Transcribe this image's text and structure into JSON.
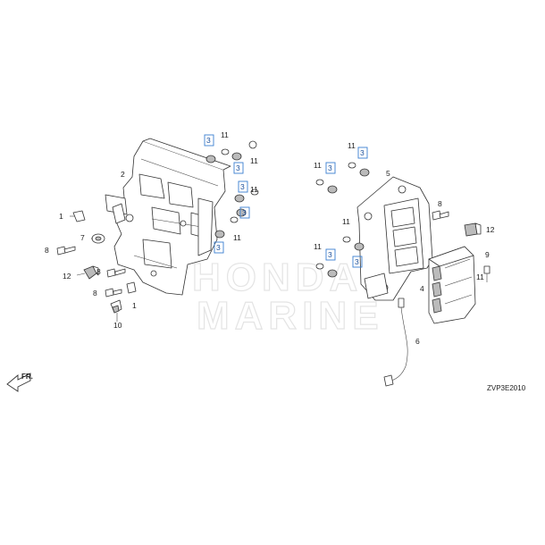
{
  "watermark": {
    "line1": "HONDA",
    "line2": "MARINE"
  },
  "diagram_code": "ZVP3E2010",
  "front_arrow_label": "FR.",
  "callouts": [
    {
      "id": "c1a",
      "text": "1",
      "boxed": false
    },
    {
      "id": "c1b",
      "text": "1",
      "boxed": false
    },
    {
      "id": "c2",
      "text": "2",
      "boxed": false
    },
    {
      "id": "c3a",
      "text": "3",
      "boxed": true
    },
    {
      "id": "c3b",
      "text": "3",
      "boxed": true
    },
    {
      "id": "c3c",
      "text": "3",
      "boxed": true
    },
    {
      "id": "c3d",
      "text": "3",
      "boxed": true
    },
    {
      "id": "c3e",
      "text": "3",
      "boxed": true
    },
    {
      "id": "c3f",
      "text": "3",
      "boxed": true
    },
    {
      "id": "c3g",
      "text": "3",
      "boxed": true
    },
    {
      "id": "c3h",
      "text": "3",
      "boxed": true
    },
    {
      "id": "c3i",
      "text": "3",
      "boxed": true
    },
    {
      "id": "c4",
      "text": "4",
      "boxed": false
    },
    {
      "id": "c5",
      "text": "5",
      "boxed": false
    },
    {
      "id": "c6",
      "text": "6",
      "boxed": false
    },
    {
      "id": "c7",
      "text": "7",
      "boxed": false
    },
    {
      "id": "c8a",
      "text": "8",
      "boxed": false
    },
    {
      "id": "c8b",
      "text": "8",
      "boxed": false
    },
    {
      "id": "c8c",
      "text": "8",
      "boxed": false
    },
    {
      "id": "c8d",
      "text": "8",
      "boxed": false
    },
    {
      "id": "c9",
      "text": "9",
      "boxed": false
    },
    {
      "id": "c10",
      "text": "10",
      "boxed": false
    },
    {
      "id": "c11a",
      "text": "11",
      "boxed": false
    },
    {
      "id": "c11b",
      "text": "11",
      "boxed": false
    },
    {
      "id": "c11c",
      "text": "11",
      "boxed": false
    },
    {
      "id": "c11d",
      "text": "11",
      "boxed": false
    },
    {
      "id": "c11e",
      "text": "11",
      "boxed": false
    },
    {
      "id": "c11f",
      "text": "11",
      "boxed": false
    },
    {
      "id": "c11g",
      "text": "11",
      "boxed": false
    },
    {
      "id": "c11h",
      "text": "11",
      "boxed": false
    },
    {
      "id": "c11i",
      "text": "11",
      "boxed": false
    },
    {
      "id": "c12a",
      "text": "12",
      "boxed": false
    },
    {
      "id": "c12b",
      "text": "12",
      "boxed": false
    }
  ]
}
